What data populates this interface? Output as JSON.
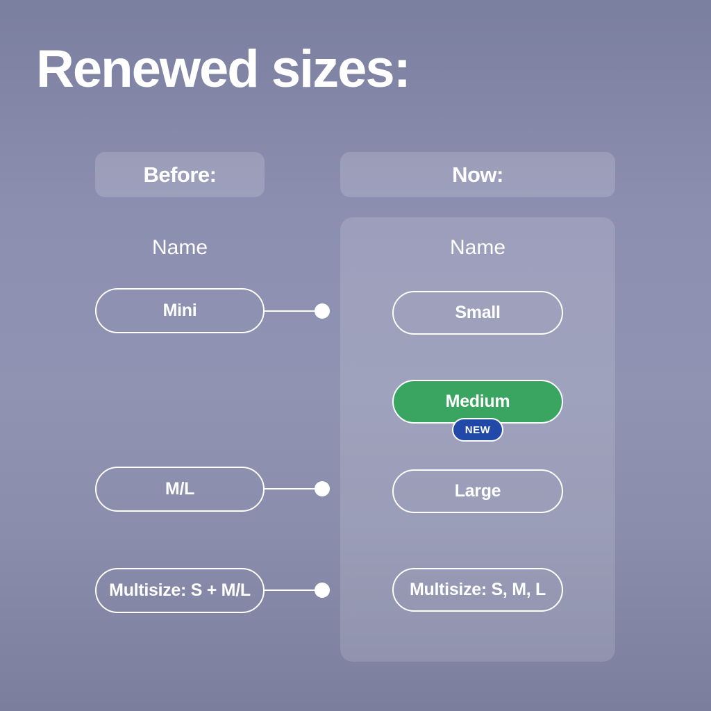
{
  "title": "Renewed sizes:",
  "headers": {
    "before": "Before:",
    "now": "Now:"
  },
  "columns": {
    "before_label": "Name",
    "now_label": "Name"
  },
  "before_sizes": [
    {
      "label": "Mini"
    },
    {
      "label": "M/L"
    },
    {
      "label": "Multisize: S + M/L"
    }
  ],
  "now_sizes": [
    {
      "label": "Small"
    },
    {
      "label": "Medium",
      "badge": "NEW",
      "highlight_color": "#3aa461"
    },
    {
      "label": "Large"
    },
    {
      "label": "Multisize: S, M, L"
    }
  ],
  "colors": {
    "highlight": "#3aa461",
    "badge": "#2149a8"
  }
}
